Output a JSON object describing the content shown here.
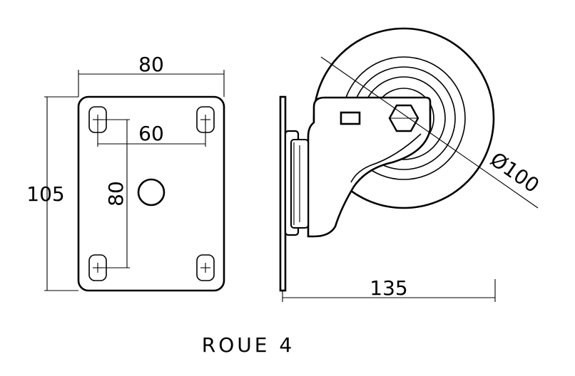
{
  "plate": {
    "width_label": "80",
    "hole_spacing_x_label": "60",
    "hole_spacing_y_label": "80",
    "height_label": "105"
  },
  "wheel": {
    "diameter_label": "Ø100",
    "offset_label": "135"
  },
  "title": "ROUE 4"
}
